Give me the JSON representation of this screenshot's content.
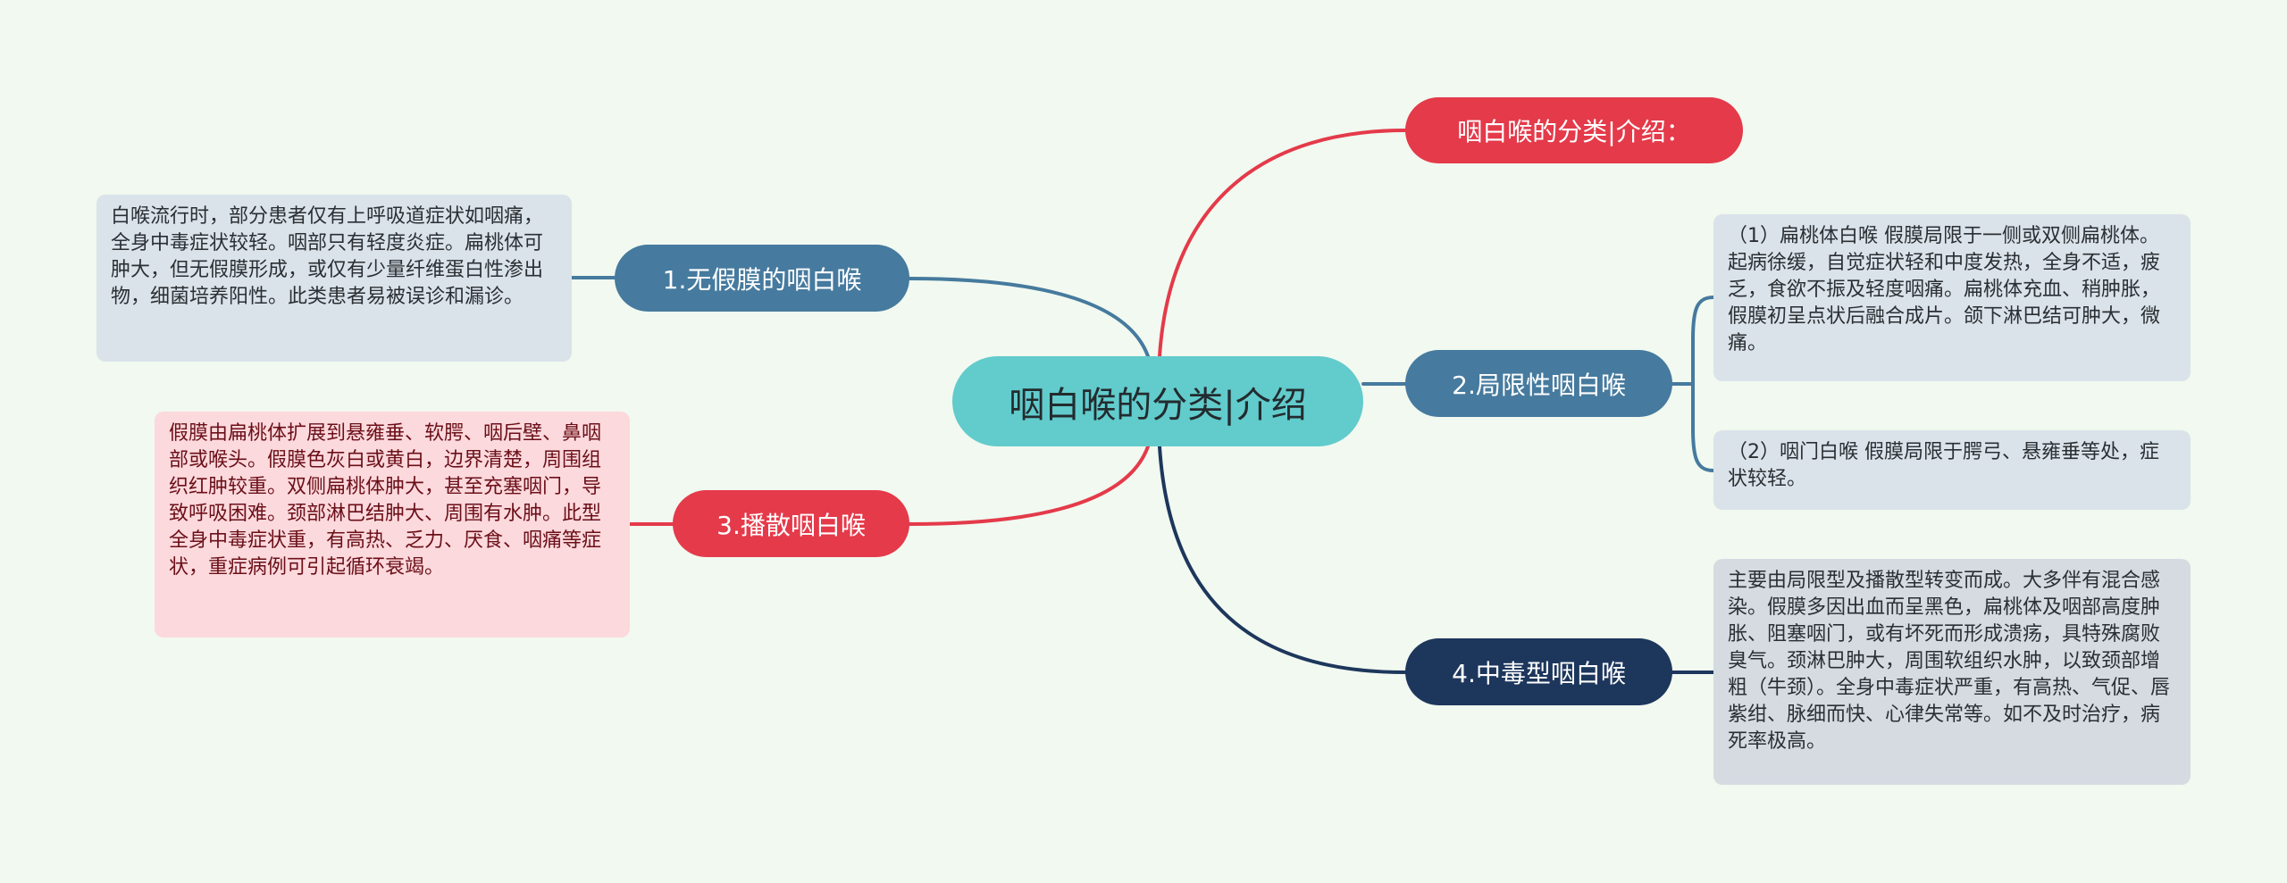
{
  "colors": {
    "background": "#f1f9f0",
    "center": "#62cbcc",
    "red": "#e43a4a",
    "steel_blue": "#467a9e",
    "navy": "#1d365c",
    "note_blue": "#dae3e9",
    "note_pink": "#fcd9dd",
    "note_gray": "#d5dbe1"
  },
  "center": {
    "title": "咽白喉的分类|介绍"
  },
  "branches": {
    "intro": {
      "label": "咽白喉的分类|介绍："
    },
    "b1": {
      "label": "1.无假膜的咽白喉",
      "note": "白喉流行时，部分患者仅有上呼吸道症状如咽痛，全身中毒症状较轻。咽部只有轻度炎症。扁桃体可肿大，但无假膜形成，或仅有少量纤维蛋白性渗出物，细菌培养阳性。此类患者易被误诊和漏诊。"
    },
    "b2": {
      "label": "2.局限性咽白喉",
      "note_a": "（1）扁桃体白喉 假膜局限于一侧或双侧扁桃体。起病徐缓，自觉症状轻和中度发热，全身不适，疲乏，食欲不振及轻度咽痛。扁桃体充血、稍肿胀，假膜初呈点状后融合成片。颌下淋巴结可肿大，微痛。",
      "note_b": "（2）咽门白喉 假膜局限于腭弓、悬雍垂等处，症状较轻。"
    },
    "b3": {
      "label": "3.播散咽白喉",
      "note": "假膜由扁桃体扩展到悬雍垂、软腭、咽后壁、鼻咽部或喉头。假膜色灰白或黄白，边界清楚，周围组织红肿较重。双侧扁桃体肿大，甚至充塞咽门，导致呼吸困难。颈部淋巴结肿大、周围有水肿。此型全身中毒症状重，有高热、乏力、厌食、咽痛等症状，重症病例可引起循环衰竭。"
    },
    "b4": {
      "label": "4.中毒型咽白喉",
      "note": "主要由局限型及播散型转变而成。大多伴有混合感染。假膜多因出血而呈黑色，扁桃体及咽部高度肿胀、阻塞咽门，或有坏死而形成溃疡，具特殊腐败臭气。颈淋巴肿大，周围软组织水肿，以致颈部增粗（牛颈）。全身中毒症状严重，有高热、气促、唇紫绀、脉细而快、心律失常等。如不及时治疗，病死率极高。"
    }
  }
}
